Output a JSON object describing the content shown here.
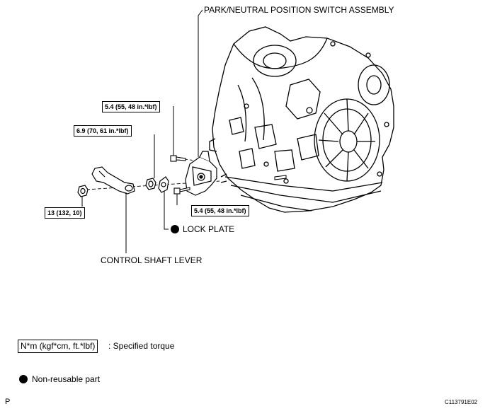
{
  "labels": {
    "park_neutral_switch": "PARK/NEUTRAL POSITION SWITCH ASSEMBLY",
    "lock_plate": "LOCK PLATE",
    "control_shaft_lever": "CONTROL SHAFT LEVER"
  },
  "torque": {
    "bolt_upper": "5.4 (55, 48 in.*lbf)",
    "nut_shaft": "6.9 (70, 61 in.*lbf)",
    "bolt_lower": "5.4 (55, 48 in.*lbf)",
    "nut_lever": "13 (132, 10)"
  },
  "legend": {
    "torque_unit": "N*m (kgf*cm, ft.*lbf)",
    "torque_desc": ": Specified torque",
    "nonreusable": "Non-reusable part"
  },
  "corner": {
    "left_mark": "P",
    "figure_id": "C113791E02"
  }
}
